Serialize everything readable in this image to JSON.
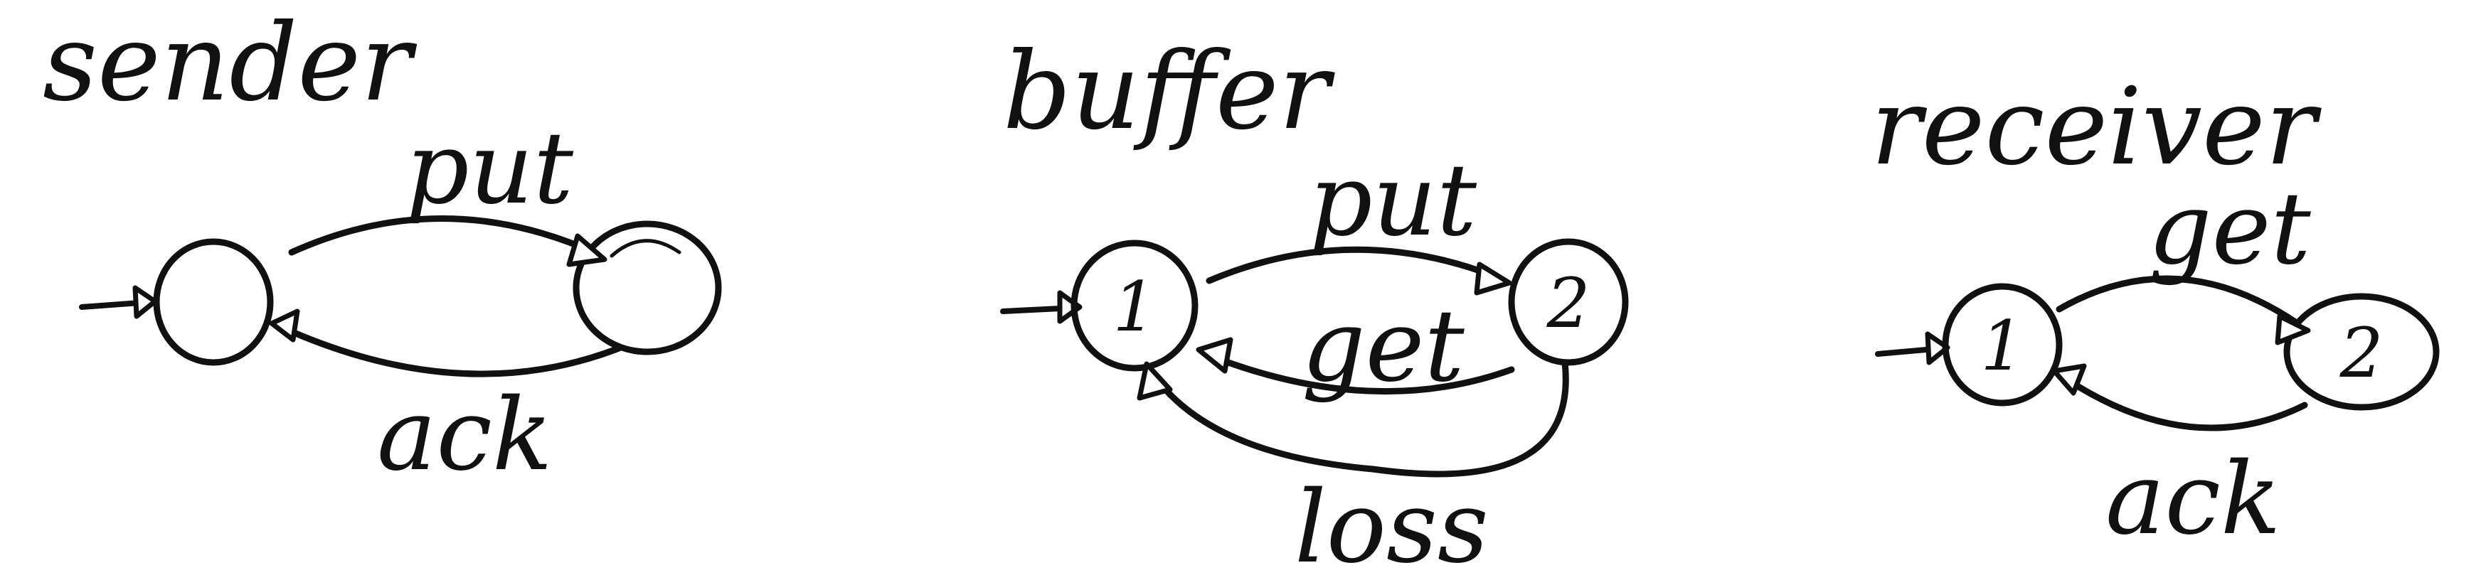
{
  "automata": [
    {
      "name": "sender",
      "states": [
        {
          "label": ""
        },
        {
          "label": ""
        }
      ],
      "transitions": [
        {
          "label": "put"
        },
        {
          "label": "ack"
        }
      ]
    },
    {
      "name": "buffer",
      "states": [
        {
          "label": "1"
        },
        {
          "label": "2"
        }
      ],
      "transitions": [
        {
          "label": "put"
        },
        {
          "label": "get"
        },
        {
          "label": "loss"
        }
      ]
    },
    {
      "name": "receiver",
      "states": [
        {
          "label": "1"
        },
        {
          "label": "2"
        }
      ],
      "transitions": [
        {
          "label": "get"
        },
        {
          "label": "ack"
        }
      ]
    }
  ],
  "colors": {
    "ink": "#111111",
    "paper": "#ffffff"
  }
}
